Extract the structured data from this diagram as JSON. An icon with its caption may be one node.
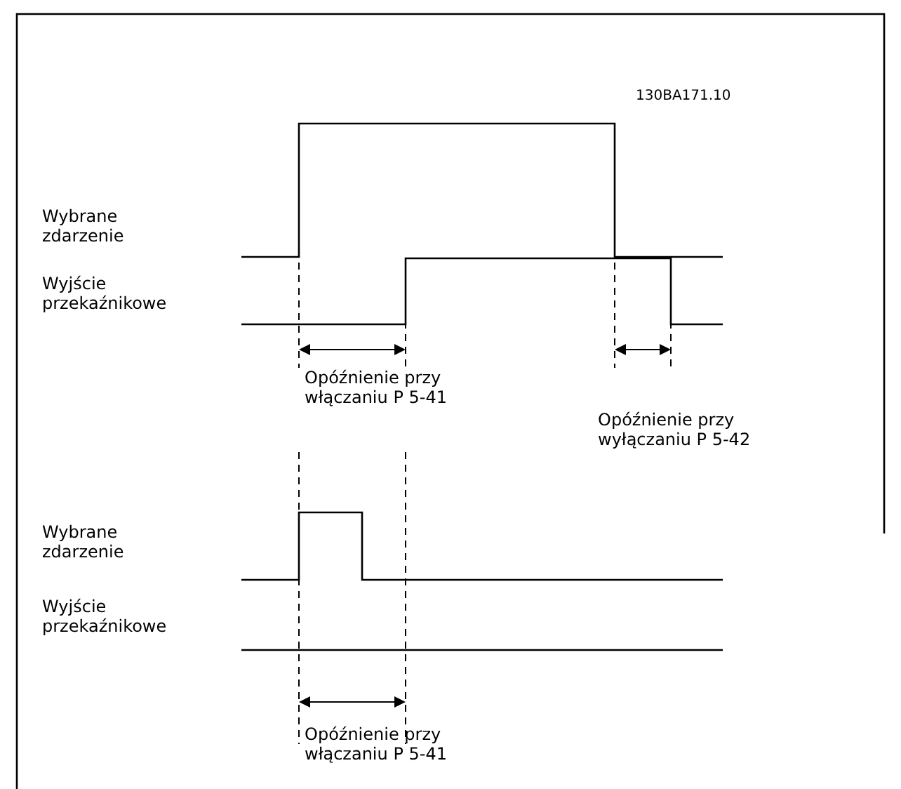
{
  "diagram": {
    "labels": [
      "130BA171.10",
      "Wybrane zdarzenie",
      "Wyjście przekaźnikowe",
      "Opóźnienie przy włączaniu P 5-41",
      "Opóźnienie przy wyłączaniu P 5-42",
      "Wybrane zdarzenie",
      "Wyjście przekaźnikowe",
      "Opóźnienie przy włączaniu P 5-41"
    ]
  }
}
